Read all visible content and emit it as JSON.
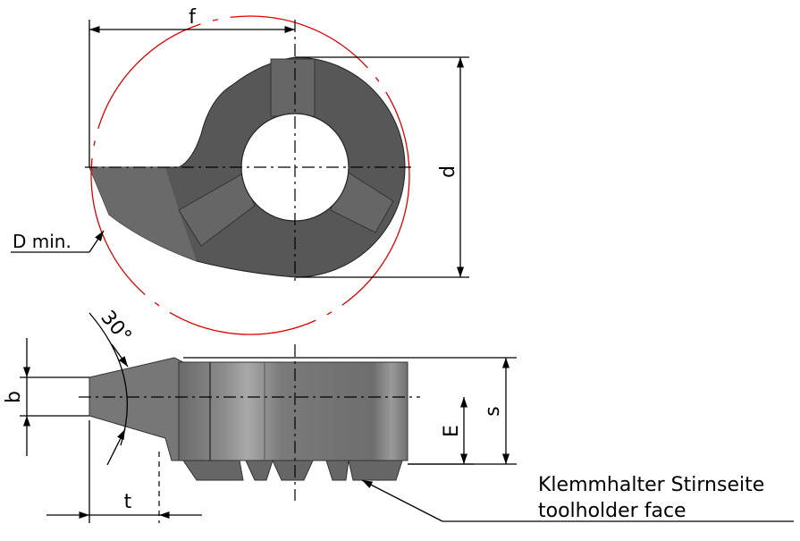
{
  "labels": {
    "f": "f",
    "d": "d",
    "d_min": "D min.",
    "angle": "30°",
    "b": "b",
    "e": "E",
    "s": "s",
    "t": "t",
    "face_de": "Klemmhalter Stirnseite",
    "face_en": "toolholder face"
  },
  "colors": {
    "insert": "#585858",
    "insert_light": "#8a8a8a",
    "circle": "#e00000"
  }
}
